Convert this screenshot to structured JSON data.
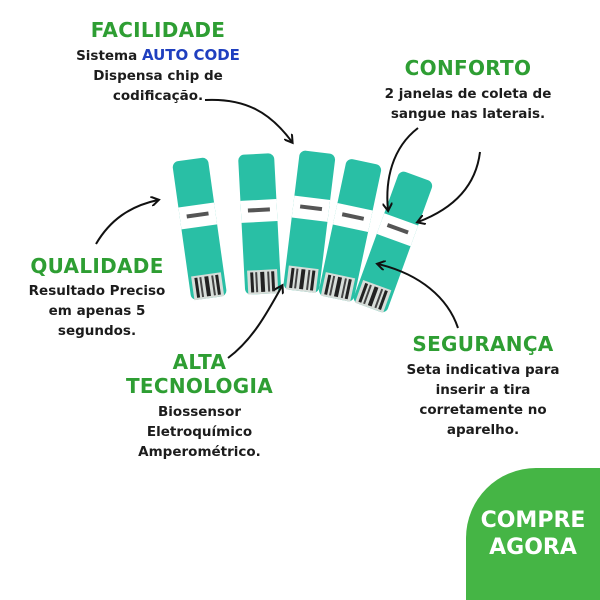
{
  "colors": {
    "heading_green": "#2e9e33",
    "auto_code_blue": "#1f3fbf",
    "strip_teal": "#29bfa5",
    "cta_green": "#45b545",
    "text_dark": "#1c1c1c"
  },
  "facilidade": {
    "title": "FACILIDADE",
    "line1_prefix": "Sistema",
    "line1_highlight": "AUTO CODE",
    "line2": "Dispensa chip de",
    "line3": "codificação."
  },
  "conforto": {
    "title": "CONFORTO",
    "line1": "2 janelas de coleta de",
    "line2": "sangue nas laterais."
  },
  "qualidade": {
    "title": "QUALIDADE",
    "line1": "Resultado Preciso",
    "line2": "em apenas 5",
    "line3": "segundos."
  },
  "alta_tecnologia": {
    "title_line1": "ALTA",
    "title_line2": "TECNOLOGIA",
    "line1": "Biossensor",
    "line2": "Eletroquímico",
    "line3": "Amperométrico."
  },
  "seguranca": {
    "title": "SEGURANÇA",
    "line1": "Seta indicativa para",
    "line2": "inserir a tira",
    "line3": "corretamente no",
    "line4": "aparelho."
  },
  "cta": {
    "line1": "COMPRE",
    "line2": "AGORA"
  },
  "icons": [
    "curved-arrow-icon",
    "test-strip-image"
  ]
}
